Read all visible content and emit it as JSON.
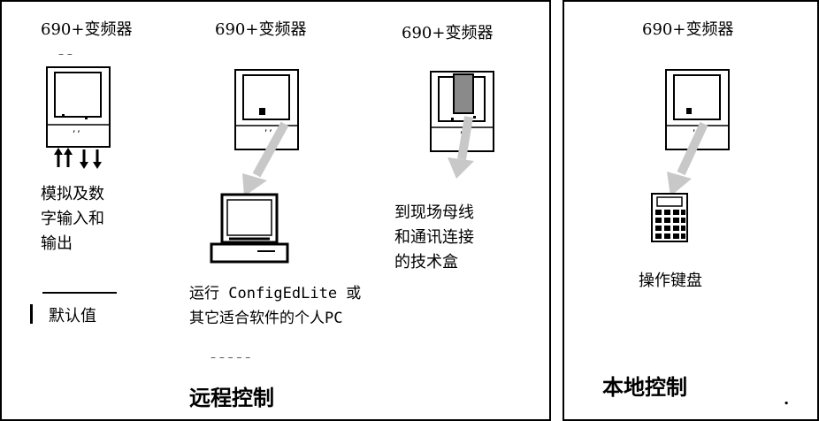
{
  "remote": {
    "title": "远程控制",
    "inverter_1": "690+变频器",
    "inverter_2": "690+变频器",
    "inverter_3": "690+变频器",
    "analog_label": [
      "模拟及数",
      "字输入和",
      "输出"
    ],
    "default_label": "默认值",
    "pc_label": [
      "运行 ConfigEdLite 或",
      "其它适合软件的个人PC"
    ],
    "techbox_label": [
      "到现场母线",
      "和通讯连接",
      "的技术盒"
    ]
  },
  "local": {
    "title": "本地控制",
    "inverter": "690+变频器",
    "keypad_label": "操作键盘",
    "dot": "."
  },
  "colors": {
    "arrow": "#c8c8c8",
    "line": "#000000",
    "techbox_fill": "#8a8a8a"
  }
}
